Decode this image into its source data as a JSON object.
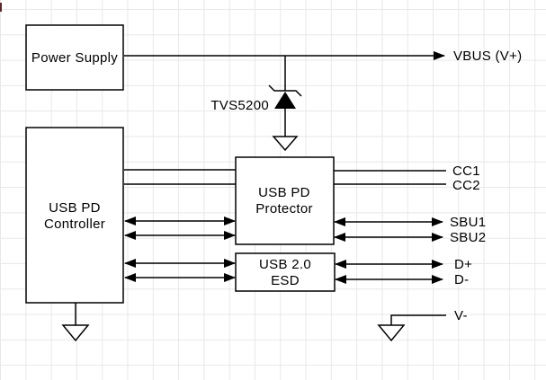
{
  "diagram": {
    "nodes": {
      "power_supply": {
        "label": "Power Supply"
      },
      "pd_controller": {
        "line1": "USB PD",
        "line2": "Controller"
      },
      "pd_protector": {
        "line1": "USB PD",
        "line2": "Protector"
      },
      "usb2_esd": {
        "line1": "USB 2.0",
        "line2": "ESD"
      }
    },
    "components": {
      "tvs_diode_label": "TVS5200"
    },
    "ports": {
      "vbus": "VBUS (V+)",
      "cc1": "CC1",
      "cc2": "CC2",
      "sbu1": "SBU1",
      "sbu2": "SBU2",
      "d_plus": "D+",
      "d_minus": "D-",
      "v_minus": "V-"
    },
    "colors": {
      "wire": "#000000",
      "node_fill": "#ffffff",
      "node_stroke": "#000000",
      "grid_line": "#e8e8e8",
      "canvas_background": "#ffffff"
    }
  }
}
